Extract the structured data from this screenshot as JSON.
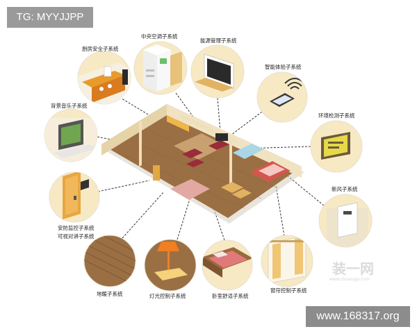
{
  "tag": "TG: MYYJJPP",
  "url": "www.168317.org",
  "watermark": {
    "text": "装一网",
    "sub": "www.zhuangyi.com"
  },
  "subsystems": {
    "kitchen": "厨房安全子系统",
    "central_ac": "中央空调子系统",
    "energy": "能源管理子系统",
    "smart_control": "智能体验子系统",
    "background_music": "背景音乐子系统",
    "environment": "环境检测子系统",
    "fresh_air": "新风子系统",
    "security_line1": "安防监控子系统",
    "security_line2": "可视对讲子系统",
    "floor_heating": "地暖子系统",
    "lighting": "灯光控制子系统",
    "bedroom": "卧室舒适子系统",
    "curtain": "窗帘控制子系统"
  },
  "colors": {
    "circle_bg": "#f7e9c4",
    "floor": "#9b6f44",
    "wall": "#f1e3c2",
    "accent_red": "#9a2b3a"
  }
}
